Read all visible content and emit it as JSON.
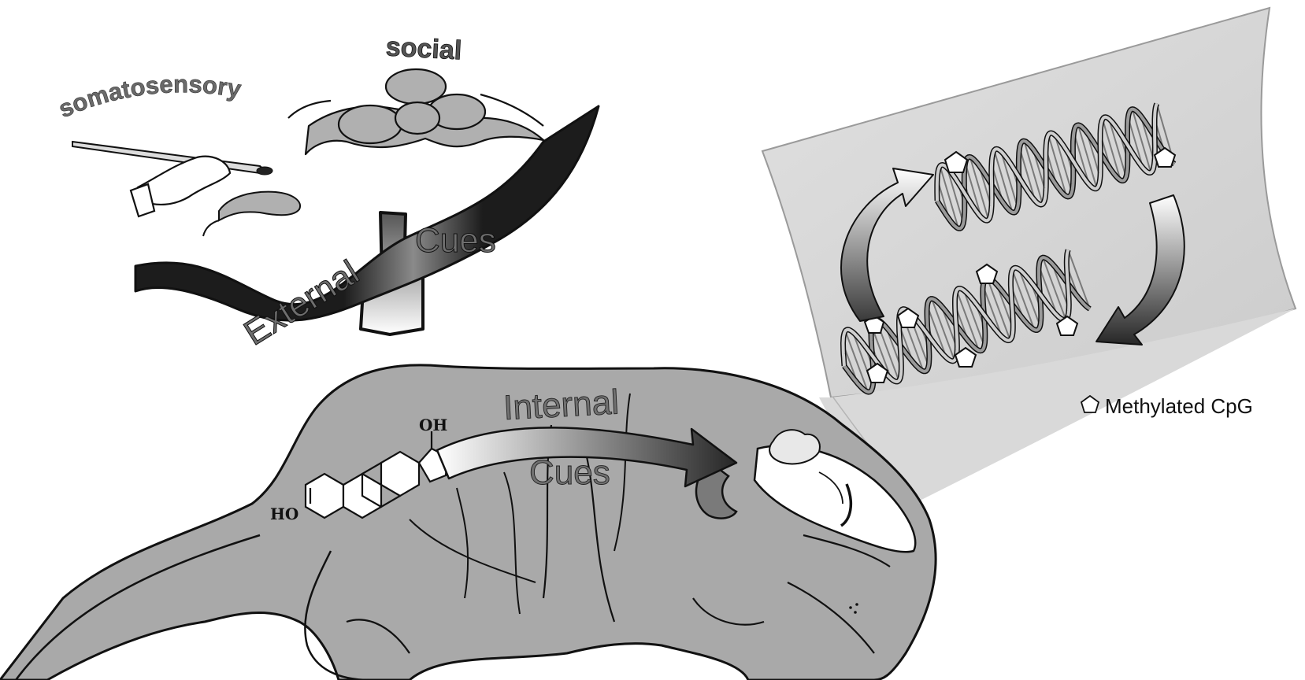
{
  "labels": {
    "social": "social",
    "somatosensory": "somatosensory",
    "external": "External",
    "cues_external": "Cues",
    "internal": "Internal",
    "cues_internal": "Cues",
    "legend": "Methylated CpG",
    "oh": "OH",
    "ho": "HO"
  },
  "colors": {
    "background": "#ffffff",
    "body_fill": "#a9a9a9",
    "outline": "#111111",
    "panel_fill": "#d6d6d6",
    "ribbon_dark": "#222222",
    "label_gray": "#6e6e6e",
    "arrow_light": "#f2f2f2",
    "arrow_dark": "#2a2a2a"
  },
  "icons": {
    "legend_marker": "pentagon-icon",
    "brush": "paintbrush-icon",
    "hand": "hand-icon",
    "brain": "brain-icon"
  }
}
